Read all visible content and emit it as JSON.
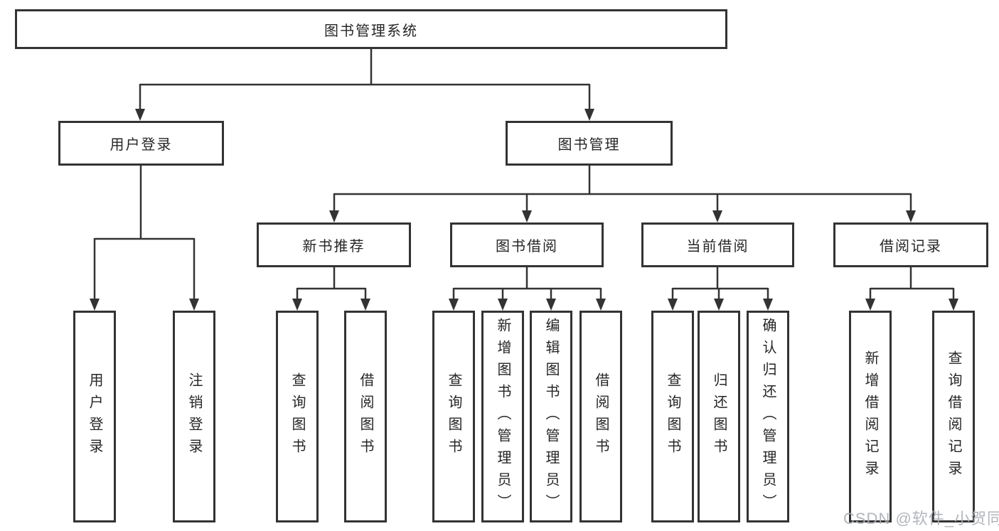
{
  "root": {
    "label": "图书管理系统"
  },
  "branches": [
    {
      "label": "用户登录",
      "children": [
        {
          "label": "用户登录"
        },
        {
          "label": "注销登录"
        }
      ]
    },
    {
      "label": "图书管理",
      "children": [
        {
          "label": "新书推荐",
          "children": [
            {
              "label": "查询图书"
            },
            {
              "label": "借阅图书"
            }
          ]
        },
        {
          "label": "图书借阅",
          "children": [
            {
              "label": "查询图书"
            },
            {
              "label": "新增图书（管理员）"
            },
            {
              "label": "编辑图书（管理员）"
            },
            {
              "label": "借阅图书"
            }
          ]
        },
        {
          "label": "当前借阅",
          "children": [
            {
              "label": "查询图书"
            },
            {
              "label": "归还图书"
            },
            {
              "label": "确认归还（管理员）"
            }
          ]
        },
        {
          "label": "借阅记录",
          "children": [
            {
              "label": "新增借阅记录"
            },
            {
              "label": "查询借阅记录"
            }
          ]
        }
      ]
    }
  ],
  "watermark": {
    "text": "CSDN @软件_小贺同学"
  },
  "colors": {
    "line": "#333333",
    "box_border": "#333333",
    "text": "#262626",
    "watermark": "#aaafb5",
    "background": "#ffffff"
  }
}
